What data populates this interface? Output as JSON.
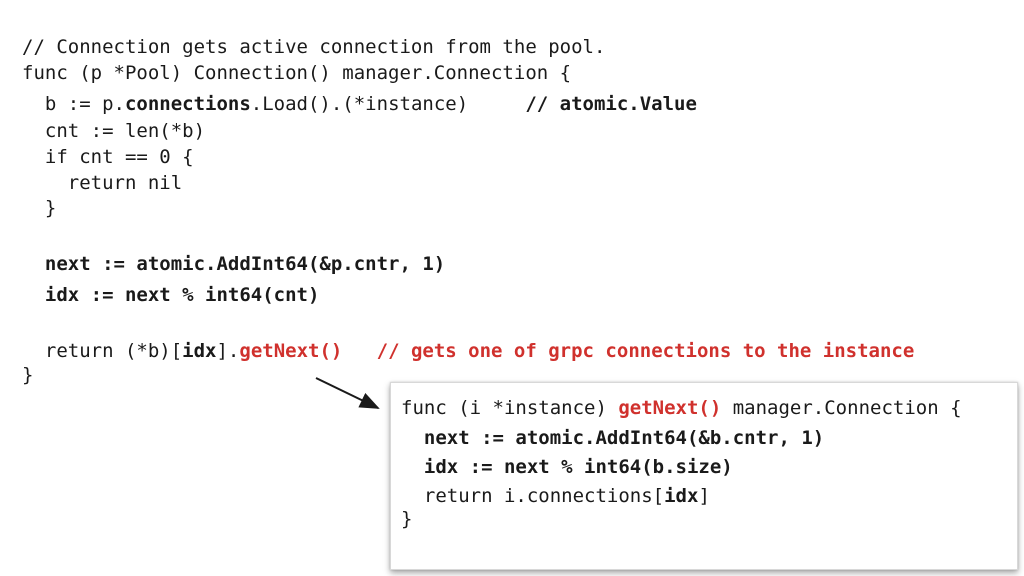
{
  "main_code": {
    "line1": "// Connection gets active connection from the pool.",
    "line2": "func (p *Pool) Connection() manager.Connection {",
    "line3_pre": "  b := p.",
    "line3_bold": "connections",
    "line3_post": ".Load().(*instance)     ",
    "line3_comment": "// atomic.Value",
    "line4": "  cnt := len(*b)",
    "line5": "  if cnt == 0 {",
    "line6": "    return nil",
    "line7": "  }",
    "line8": "  next := atomic.AddInt64(&p.cntr, 1)",
    "line9": "  idx := next % int64(cnt)",
    "line10_pre": "  return (*b)[",
    "line10_idx": "idx",
    "line10_mid": "].",
    "line10_fn": "getNext()",
    "line10_gap": "   ",
    "line10_comment": "// gets one of grpc connections to the instance",
    "line11": "}"
  },
  "popup_code": {
    "line1_pre": "func (i *instance) ",
    "line1_fn": "getNext()",
    "line1_post": " manager.Connection {",
    "line2": "  next := atomic.AddInt64(&b.cntr, 1)",
    "line3": "  idx := next % int64(b.size)",
    "line4_pre": "  return i.connections[",
    "line4_idx": "idx",
    "line4_post": "]",
    "line5": "}"
  },
  "colors": {
    "highlight": "#d0312d",
    "text": "#1a1a1a"
  }
}
